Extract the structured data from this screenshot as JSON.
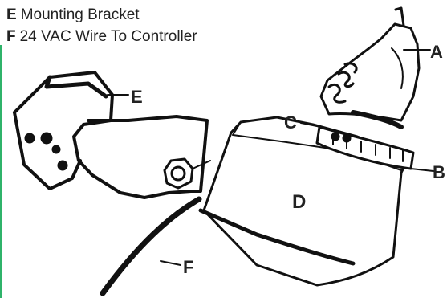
{
  "legend": {
    "items": [
      {
        "key": "E",
        "text": "Mounting Bracket"
      },
      {
        "key": "F",
        "text": "24 VAC Wire To Controller"
      }
    ]
  },
  "callouts": {
    "a": "A",
    "b": "B",
    "c": "C",
    "d": "D",
    "e": "E",
    "f": "F"
  }
}
